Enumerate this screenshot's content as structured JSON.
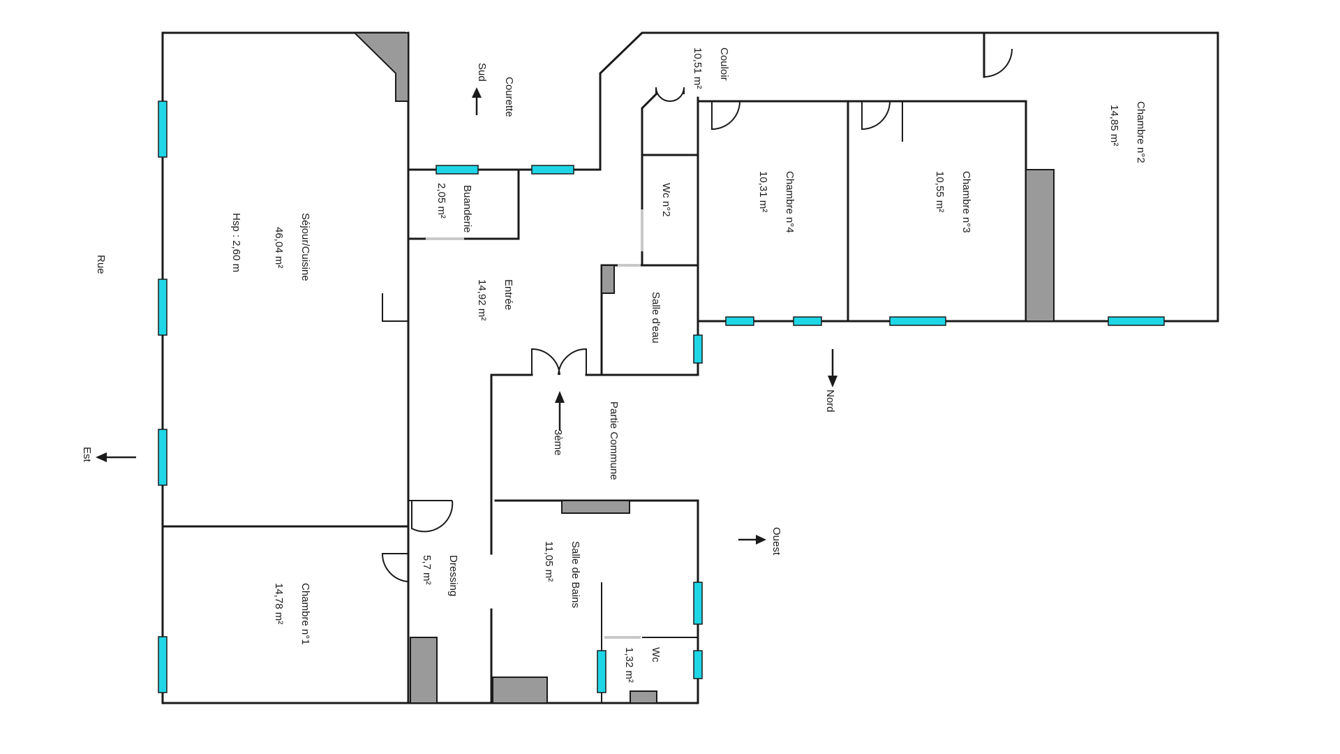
{
  "rooms": {
    "sejour": {
      "name": "Séjour/Cuisine",
      "area": "46,04  m²",
      "hsp": "Hsp : 2,60 m"
    },
    "chambre1": {
      "name": "Chambre n°1",
      "area": "14,78  m²"
    },
    "chambre2": {
      "name": "Chambre n°2",
      "area": "14,85  m²"
    },
    "chambre3": {
      "name": "Chambre n°3",
      "area": "10,55  m²"
    },
    "chambre4": {
      "name": "Chambre n°4",
      "area": "10,31  m²"
    },
    "couloir": {
      "name": "Couloir",
      "area": "10,51  m²"
    },
    "wc2": {
      "name": "Wc n°2"
    },
    "salle_eau": {
      "name": "Salle d'eau"
    },
    "buanderie": {
      "name": "Buanderie",
      "area": "2,05  m²"
    },
    "entree": {
      "name": "Entrée",
      "area": "14,92  m²"
    },
    "dressing": {
      "name": "Dressing",
      "area": "5,7  m²"
    },
    "salle_bains": {
      "name": "Salle de Bains",
      "area": "11,05  m²"
    },
    "wc": {
      "name": "Wc",
      "area": "1,32  m²"
    }
  },
  "labels": {
    "courette": "Courette",
    "partie_commune": "Partie Commune",
    "rue": "Rue"
  },
  "orientation": {
    "sud": "Sud",
    "nord": "Nord",
    "est": "Est",
    "ouest": "Ouest",
    "floor": "3ème"
  },
  "colors": {
    "window": "#1fd6e6",
    "fixture": "#9a9a9a",
    "wall": "#1a1a1a"
  }
}
